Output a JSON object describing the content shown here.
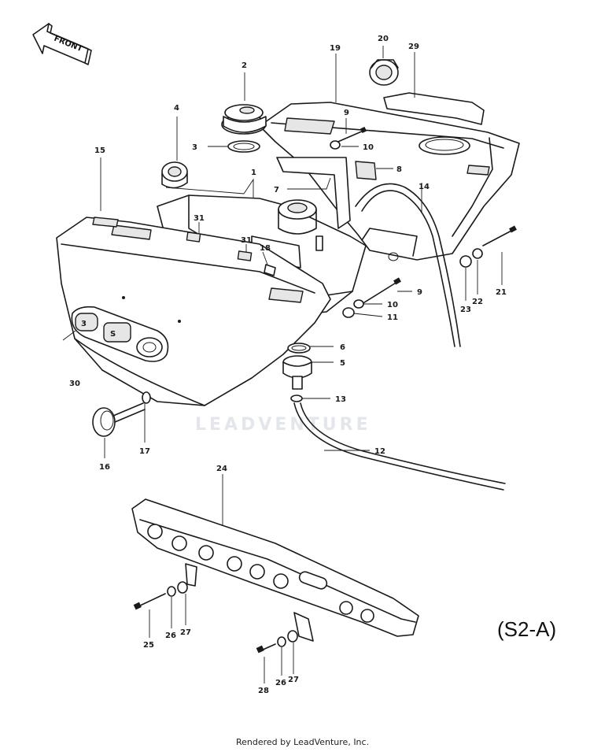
{
  "front_label": "FRONT",
  "diagram_code": "(S2-A)",
  "watermark": "LEADVENTURE",
  "footer": "Rendered by LeadVenture, Inc.",
  "callouts": [
    {
      "id": "c1",
      "text": "1"
    },
    {
      "id": "c2",
      "text": "2"
    },
    {
      "id": "c3",
      "text": "3"
    },
    {
      "id": "c4",
      "text": "4"
    },
    {
      "id": "c5",
      "text": "5"
    },
    {
      "id": "c6",
      "text": "6"
    },
    {
      "id": "c7",
      "text": "7"
    },
    {
      "id": "c8",
      "text": "8"
    },
    {
      "id": "c9a",
      "text": "9"
    },
    {
      "id": "c9b",
      "text": "9"
    },
    {
      "id": "c10a",
      "text": "10"
    },
    {
      "id": "c10b",
      "text": "10"
    },
    {
      "id": "c11",
      "text": "11"
    },
    {
      "id": "c12",
      "text": "12"
    },
    {
      "id": "c13",
      "text": "13"
    },
    {
      "id": "c14",
      "text": "14"
    },
    {
      "id": "c15",
      "text": "15"
    },
    {
      "id": "c16",
      "text": "16"
    },
    {
      "id": "c17",
      "text": "17"
    },
    {
      "id": "c18",
      "text": "18"
    },
    {
      "id": "c19",
      "text": "19"
    },
    {
      "id": "c20",
      "text": "20"
    },
    {
      "id": "c21",
      "text": "21"
    },
    {
      "id": "c22",
      "text": "22"
    },
    {
      "id": "c23",
      "text": "23"
    },
    {
      "id": "c24",
      "text": "24"
    },
    {
      "id": "c25",
      "text": "25"
    },
    {
      "id": "c26a",
      "text": "26"
    },
    {
      "id": "c26b",
      "text": "26"
    },
    {
      "id": "c27a",
      "text": "27"
    },
    {
      "id": "c27b",
      "text": "27"
    },
    {
      "id": "c28",
      "text": "28"
    },
    {
      "id": "c29",
      "text": "29"
    },
    {
      "id": "c30",
      "text": "30"
    },
    {
      "id": "c31a",
      "text": "31"
    },
    {
      "id": "c31b",
      "text": "31"
    }
  ]
}
